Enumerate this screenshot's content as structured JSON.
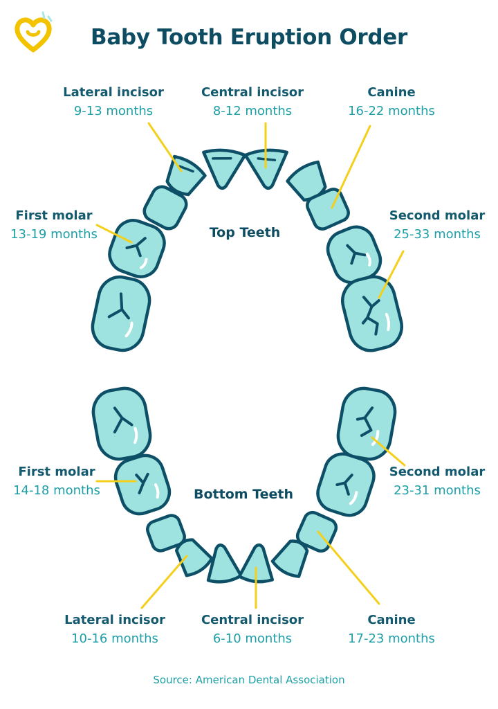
{
  "title": "Baby Tooth Eruption Order",
  "source": "Source: American Dental Association",
  "colors": {
    "tooth_fill": "#9fe3e0",
    "tooth_outline": "#0d4f66",
    "leader_line": "#f4cf1b",
    "name_text": "#145a6e",
    "range_text": "#1d9fa6",
    "logo": "#f4c300"
  },
  "top": {
    "label": "Top Teeth",
    "teeth": [
      {
        "name": "Lateral incisor",
        "range": "9-13 months"
      },
      {
        "name": "Central incisor",
        "range": "8-12 months"
      },
      {
        "name": "Canine",
        "range": "16-22 months"
      },
      {
        "name": "First molar",
        "range": "13-19 months"
      },
      {
        "name": "Second molar",
        "range": "25-33 months"
      }
    ]
  },
  "bottom": {
    "label": "Bottom Teeth",
    "teeth": [
      {
        "name": "First molar",
        "range": "14-18 months"
      },
      {
        "name": "Second molar",
        "range": "23-31 months"
      },
      {
        "name": "Lateral incisor",
        "range": "10-16 months"
      },
      {
        "name": "Central incisor",
        "range": "6-10 months"
      },
      {
        "name": "Canine",
        "range": "17-23 months"
      }
    ]
  }
}
